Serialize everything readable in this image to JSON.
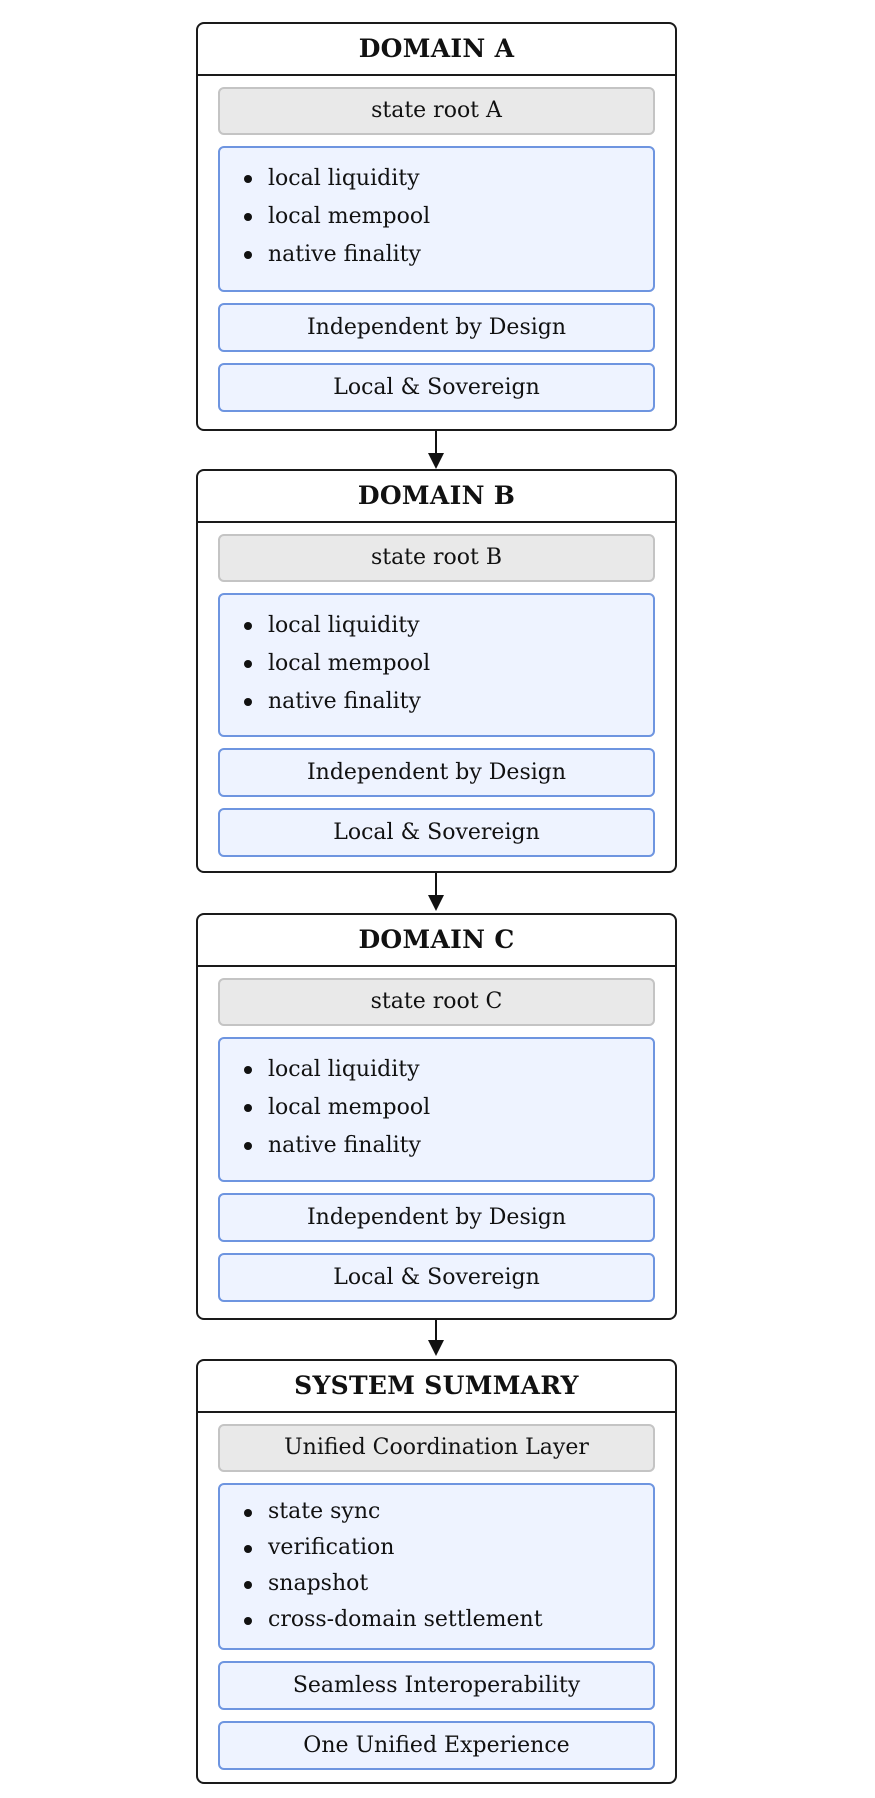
{
  "domains": [
    {
      "title": "DOMAIN A",
      "root": "state root A",
      "items": [
        "local liquidity",
        "local mempool",
        "native finality"
      ],
      "tag1": "Independent by Design",
      "tag2": "Local & Sovereign"
    },
    {
      "title": "DOMAIN B",
      "root": "state root B",
      "items": [
        "local liquidity",
        "local mempool",
        "native finality"
      ],
      "tag1": "Independent by Design",
      "tag2": "Local & Sovereign"
    },
    {
      "title": "DOMAIN C",
      "root": "state root C",
      "items": [
        "local liquidity",
        "local mempool",
        "native finality"
      ],
      "tag1": "Independent by Design",
      "tag2": "Local & Sovereign"
    }
  ],
  "summary": {
    "title": "SYSTEM SUMMARY",
    "root": "Unified Coordination Layer",
    "items": [
      "state sync",
      "verification",
      "snapshot",
      "cross-domain settlement"
    ],
    "tag1": "Seamless Interoperability",
    "tag2": "One Unified Experience"
  }
}
